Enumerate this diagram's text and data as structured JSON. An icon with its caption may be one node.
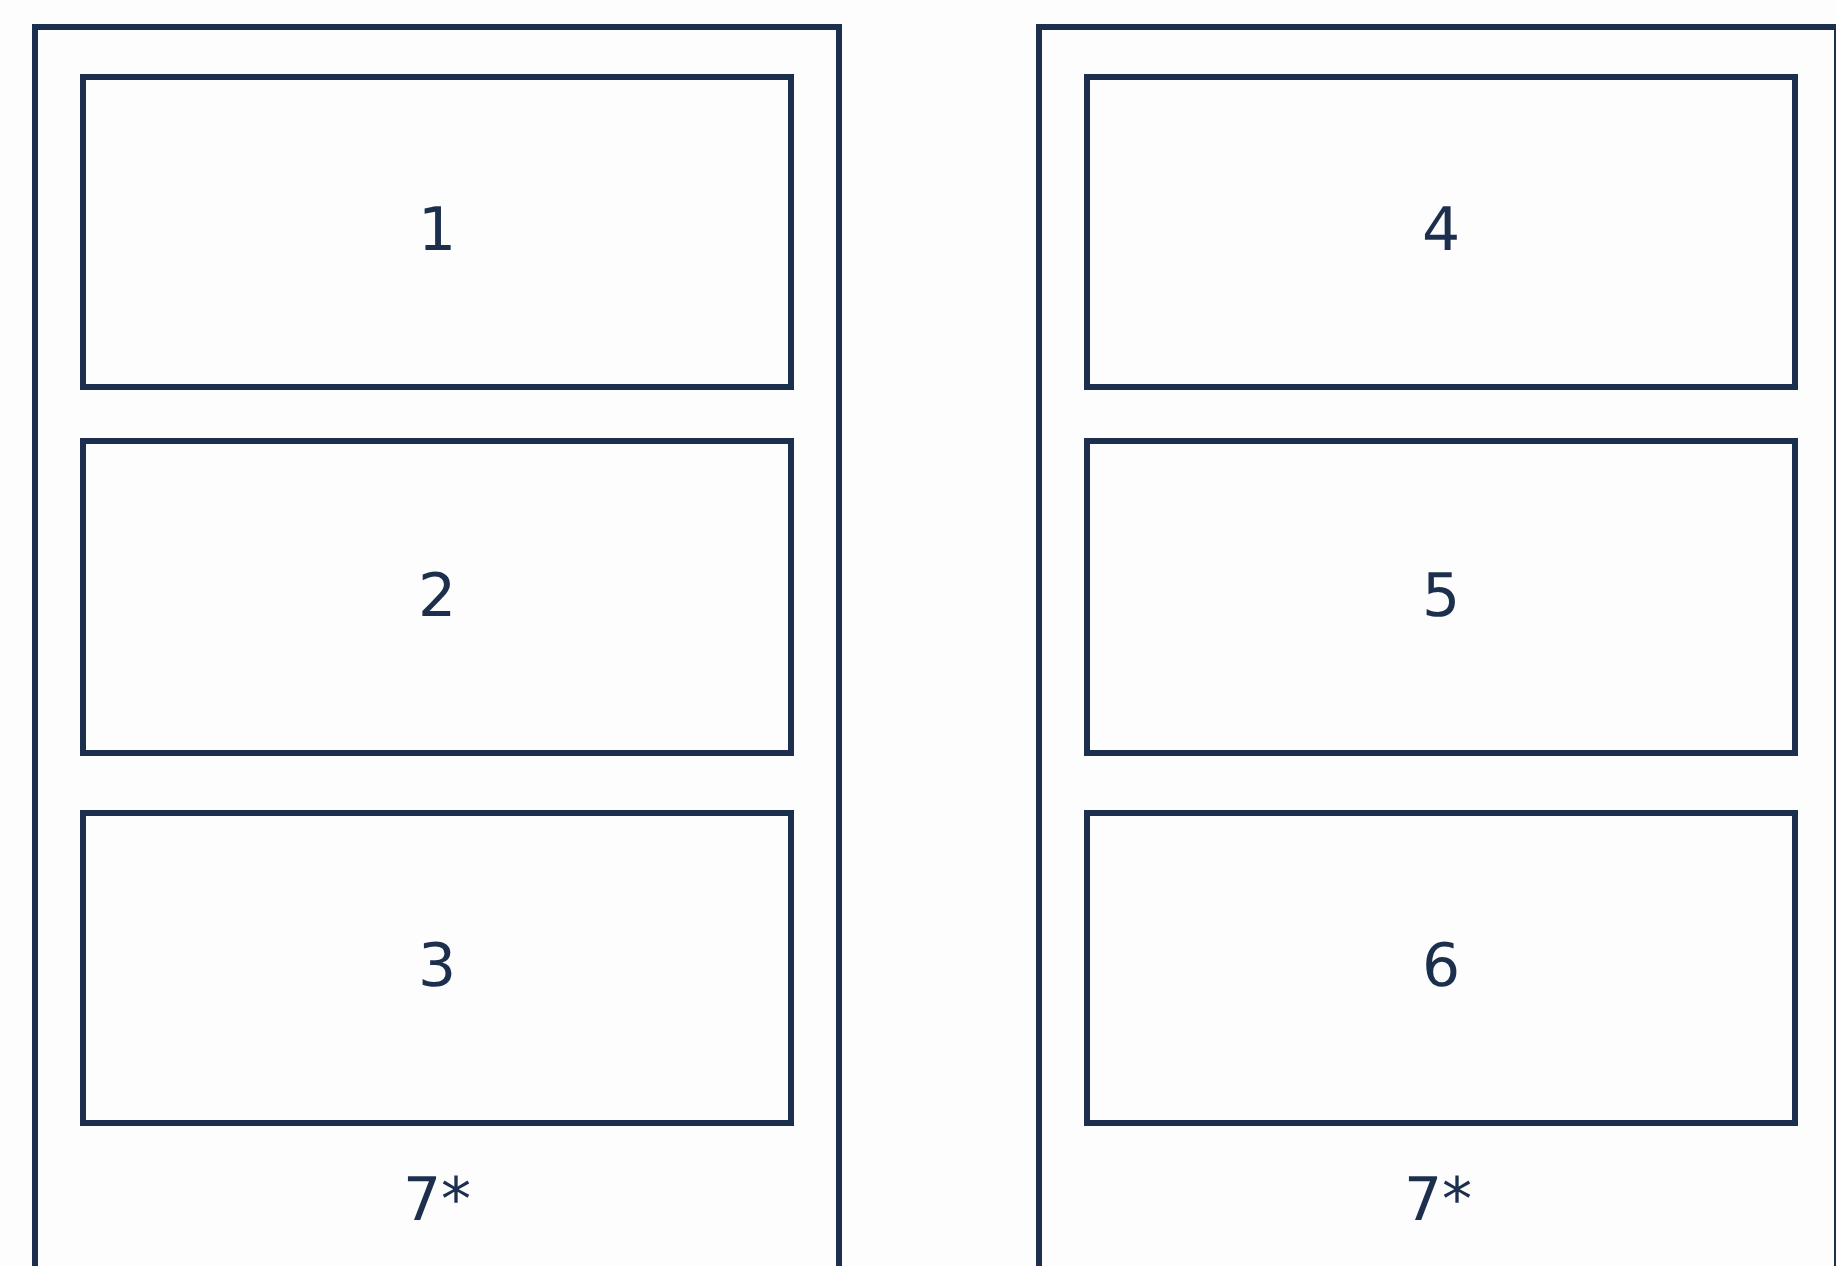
{
  "diagram": {
    "nodes": [
      {
        "text": [
          "7*"
        ]
      },
      {
        "text": [
          "1"
        ],
        "in": 0
      },
      {
        "text": [
          "2"
        ],
        "in": 0
      },
      {
        "text": [
          "3"
        ],
        "in": 0
      },
      {
        "text": [
          "7*"
        ]
      },
      {
        "text": [
          "4"
        ],
        "in": 4
      },
      {
        "text": [
          "5"
        ],
        "in": 4
      },
      {
        "text": [
          "6"
        ],
        "in": 4
      }
    ]
  }
}
